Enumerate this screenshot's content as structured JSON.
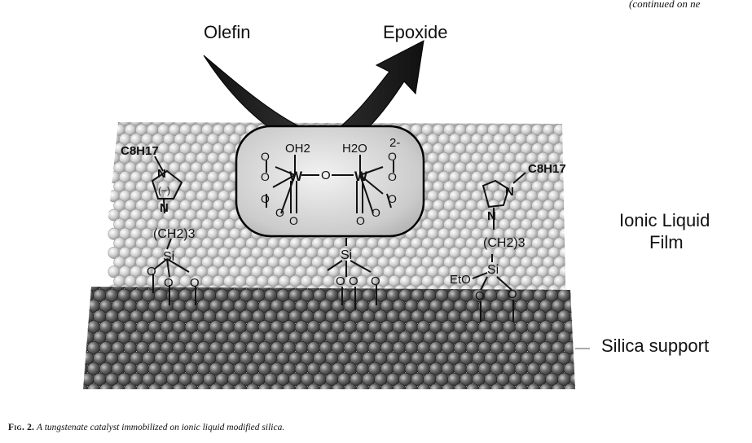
{
  "header_note": "(continued on ne",
  "figure": {
    "reactant_label": "Olefin",
    "product_label": "Epoxide",
    "ionic_liquid_label_line1": "Ionic Liquid",
    "ionic_liquid_label_line2": "Film",
    "silica_label": "Silica support",
    "left_chain": {
      "alkyl": "C8H17",
      "n_top": "N",
      "charge": "(−)",
      "n_bottom": "N",
      "linker": "(CH2)3",
      "si": "Si",
      "o": "O"
    },
    "right_chain": {
      "alkyl": "C8H17",
      "n_top": "N",
      "n_bottom": "N",
      "linker": "(CH2)3",
      "si": "Si",
      "eto": "EtO",
      "o": "O"
    },
    "center_anchor": {
      "si": "Si",
      "o": "O"
    },
    "complex": {
      "charge": "2-",
      "w": "W",
      "o": "O",
      "oh2": "OH2",
      "h2o": "H2O"
    }
  },
  "caption": {
    "label": "Fig. 2.",
    "text": "A tungstenate catalyst immobilized on ionic liquid modified silica."
  }
}
